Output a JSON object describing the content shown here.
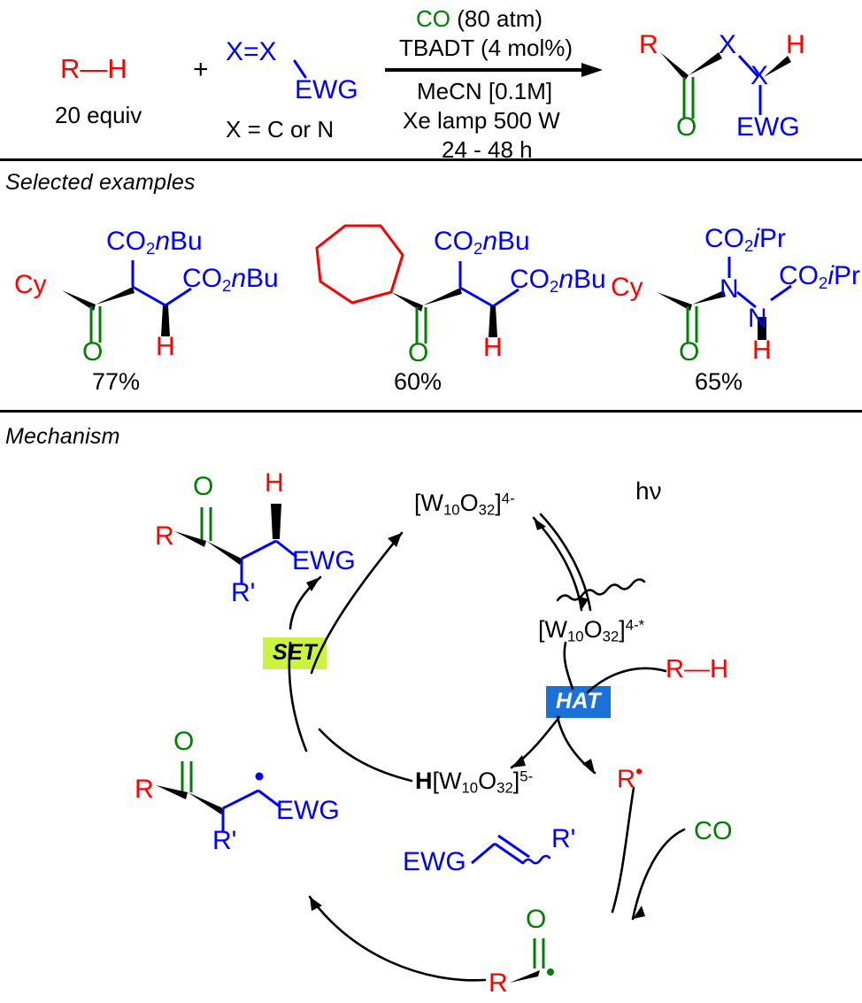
{
  "figure": {
    "title": "Photocatalytic carbonylative HAT reaction scheme"
  },
  "reaction": {
    "substrate": {
      "label": "R—H",
      "formula_r": "R",
      "bond": "—",
      "formula_h": "H",
      "equiv": "20 equiv"
    },
    "plus": "+",
    "partner": {
      "atom_left": "X",
      "double_bond": "=",
      "atom_right": "X",
      "ewg": "EWG",
      "note": "X = C or N"
    },
    "conditions_above": [
      "CO (80 atm)",
      "TBADT (4 mol%)"
    ],
    "conditions_above_parts": {
      "co": "CO",
      "co_rest": " (80 atm)",
      "tbadt": "TBADT (4 mol%)"
    },
    "conditions_below": [
      "MeCN [0.1M]",
      "Xe lamp 500 W",
      "24 - 48 h"
    ],
    "product": {
      "r": "R",
      "o": "O",
      "x1": "X",
      "x2": "X",
      "h": "H",
      "ewg": "EWG"
    }
  },
  "examples": {
    "heading": "Selected examples",
    "items": [
      {
        "name": "cyclohexanoyl-bis-butylmalonate",
        "core_label": "Cy",
        "carbonyl_o": "O",
        "ester_top": "CO₂nBu",
        "ester_right": "CO₂nBu",
        "hydrogen": "H",
        "yield": "77%"
      },
      {
        "name": "cycloheptanoyl-bis-butylmalonate",
        "core_label": "cycloheptyl-ring",
        "carbonyl_o": "O",
        "ester_top": "CO₂nBu",
        "ester_right": "CO₂nBu",
        "hydrogen": "H",
        "yield": "60%"
      },
      {
        "name": "cyclohexanoyl-hydrazide-diisopropyl-dicarboxylate",
        "core_label": "Cy",
        "carbonyl_o": "O",
        "n_left": "N",
        "n_right": "N",
        "ester_top": "CO₂iPr",
        "ester_right": "CO₂iPr",
        "hydrogen": "H",
        "yield": "65%"
      }
    ]
  },
  "mechanism": {
    "heading": "Mechanism",
    "product_species": {
      "o": "O",
      "h": "H",
      "r": "R",
      "rprime": "R'",
      "ewg": "EWG"
    },
    "radical_species": {
      "o": "O",
      "r": "R",
      "rprime": "R'",
      "ewg": "EWG",
      "radical_dot": "•"
    },
    "catalyst_ground": {
      "prefix": "[W",
      "sub1": "10",
      "mid": "O",
      "sub2": "32",
      "suffix": "]",
      "charge": "4-"
    },
    "catalyst_excited": {
      "prefix": "[W",
      "sub1": "10",
      "mid": "O",
      "sub2": "32",
      "suffix": "]",
      "charge": "4-*"
    },
    "catalyst_reduced": {
      "h": "H",
      "prefix": "[W",
      "sub1": "10",
      "mid": "O",
      "sub2": "32",
      "suffix": "]",
      "charge": "5-"
    },
    "photon": "hν",
    "set_tag": "SET",
    "hat_tag": "HAT",
    "substrate_rh": {
      "r": "R",
      "bond": "—",
      "h": "H"
    },
    "radical_r": {
      "r": "R",
      "dot": "•"
    },
    "alkene": {
      "ewg": "EWG",
      "rprime": "R'"
    },
    "carbon_monoxide": "CO",
    "acyl_radical": {
      "o": "O",
      "r": "R",
      "dot": "•"
    }
  },
  "colors": {
    "red": "#ff0000",
    "blue": "#0000ff",
    "green": "#008000",
    "black": "#000000",
    "set_background": "#ccf344",
    "hat_background": "#1c71d8",
    "hat_text": "#ffffff"
  }
}
